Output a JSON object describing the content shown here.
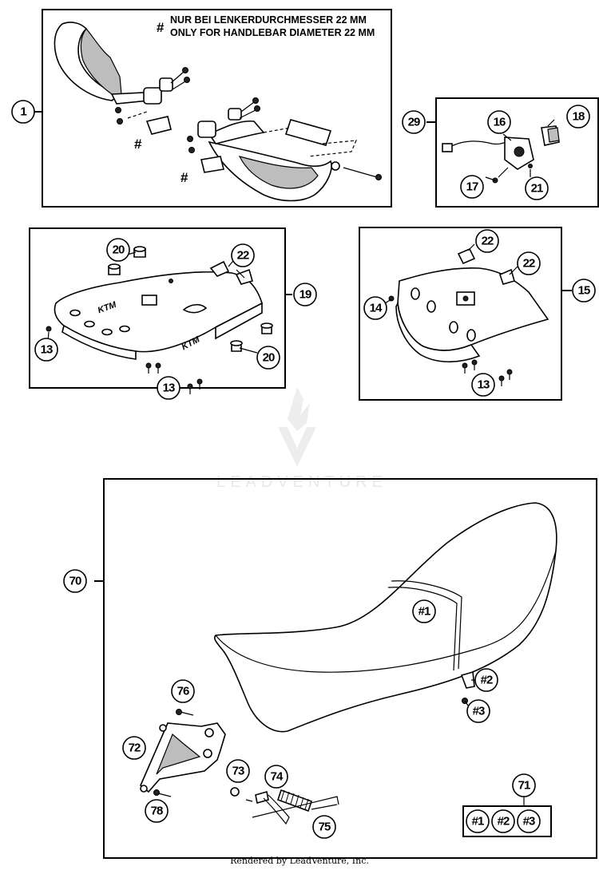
{
  "notes": {
    "line_de": "NUR BEI LENKERDURCHMESSER 22 MM",
    "line_en": "ONLY FOR HANDLEBAR DIAMETER 22 MM",
    "hash": "#"
  },
  "callouts": {
    "c1": "1",
    "c29": "29",
    "c16": "16",
    "c18": "18",
    "c17": "17",
    "c21": "21",
    "c20a": "20",
    "c22a": "22",
    "c19": "19",
    "c13a": "13",
    "c20b": "20",
    "c13b": "13",
    "c22b": "22",
    "c22c": "22",
    "c15": "15",
    "c14": "14",
    "c13c": "13",
    "c70": "70",
    "h1": "#1",
    "h2": "#2",
    "h3": "#3",
    "c76": "76",
    "c72": "72",
    "c73": "73",
    "c74": "74",
    "c78": "78",
    "c75": "75",
    "c71": "71",
    "k1": "#1",
    "k2": "#2",
    "k3": "#3"
  },
  "watermark": "LEADVENTURE",
  "footer": "Rendered by LeadVenture, Inc."
}
